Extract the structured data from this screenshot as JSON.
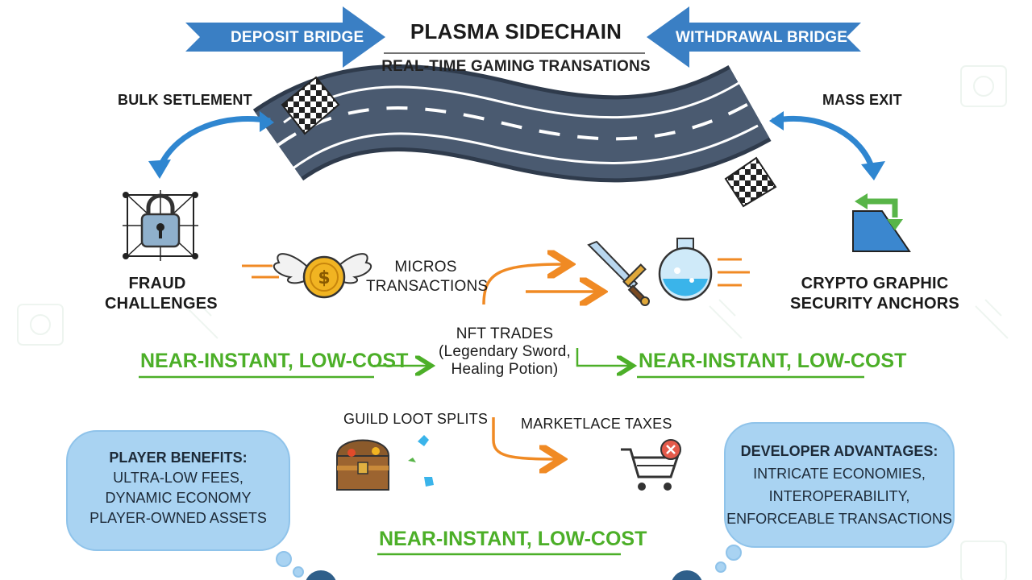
{
  "header": {
    "title": "PLASMA SIDECHAIN",
    "subtitle": "REAL-TIME GAMING TRANSATIONS",
    "deposit_bridge": "DEPOSIT BRIDGE",
    "withdrawal_bridge": "WITHDRAWAL BRIDGE"
  },
  "left_flow": {
    "label": "BULK SETLEMENT",
    "node_label_line1": "FRAUD",
    "node_label_line2": "CHALLENGES"
  },
  "right_flow": {
    "label": "MASS EXIT",
    "node_label_line1": "CRYPTO GRAPHIC",
    "node_label_line2": "SECURITY ANCHORS"
  },
  "center": {
    "micro_line1": "MICROS",
    "micro_line2": "TRANSACTIONS",
    "nft_line1": "NFT TRADES",
    "nft_line2": "(Legendary Sword,",
    "nft_line3": "Healing Potion)",
    "near_left": "NEAR-INSTANT, LOW-COST",
    "near_right": "NEAR-INSTANT, LOW-COST",
    "guild": "GUILD LOOT SPLITS",
    "market": "MARKETLACE TAXES",
    "near_bottom": "NEAR-INSTANT, LOW-COST"
  },
  "player_bubble": {
    "title": "PLAYER BENEFITS:",
    "line1": "ULTRA-LOW FEES,",
    "line2": "DYNAMIC ECONOMY",
    "line3": "PLAYER-OWNED ASSETS"
  },
  "developer_bubble": {
    "title": "DEVELOPER ADVANTAGES:",
    "line1": "INTRICATE ECONOMIES,",
    "line2": "INTEROPERABILITY,",
    "line3": "ENFORCEABLE TRANSACTIONS"
  },
  "icons": [
    "checkered-flag-icon",
    "road-icon",
    "padlock-net-icon",
    "winged-coin-icon",
    "sword-icon",
    "potion-icon",
    "anchor-refresh-icon",
    "treasure-chest-icon",
    "shopping-cart-icon"
  ],
  "colors": {
    "bridge_blue": "#3a7fc4",
    "curve_blue": "#2f86d0",
    "accent_orange": "#f08a24",
    "accent_green": "#4caf28",
    "bubble_blue": "#a9d3f2",
    "road": "#4a5a70"
  }
}
